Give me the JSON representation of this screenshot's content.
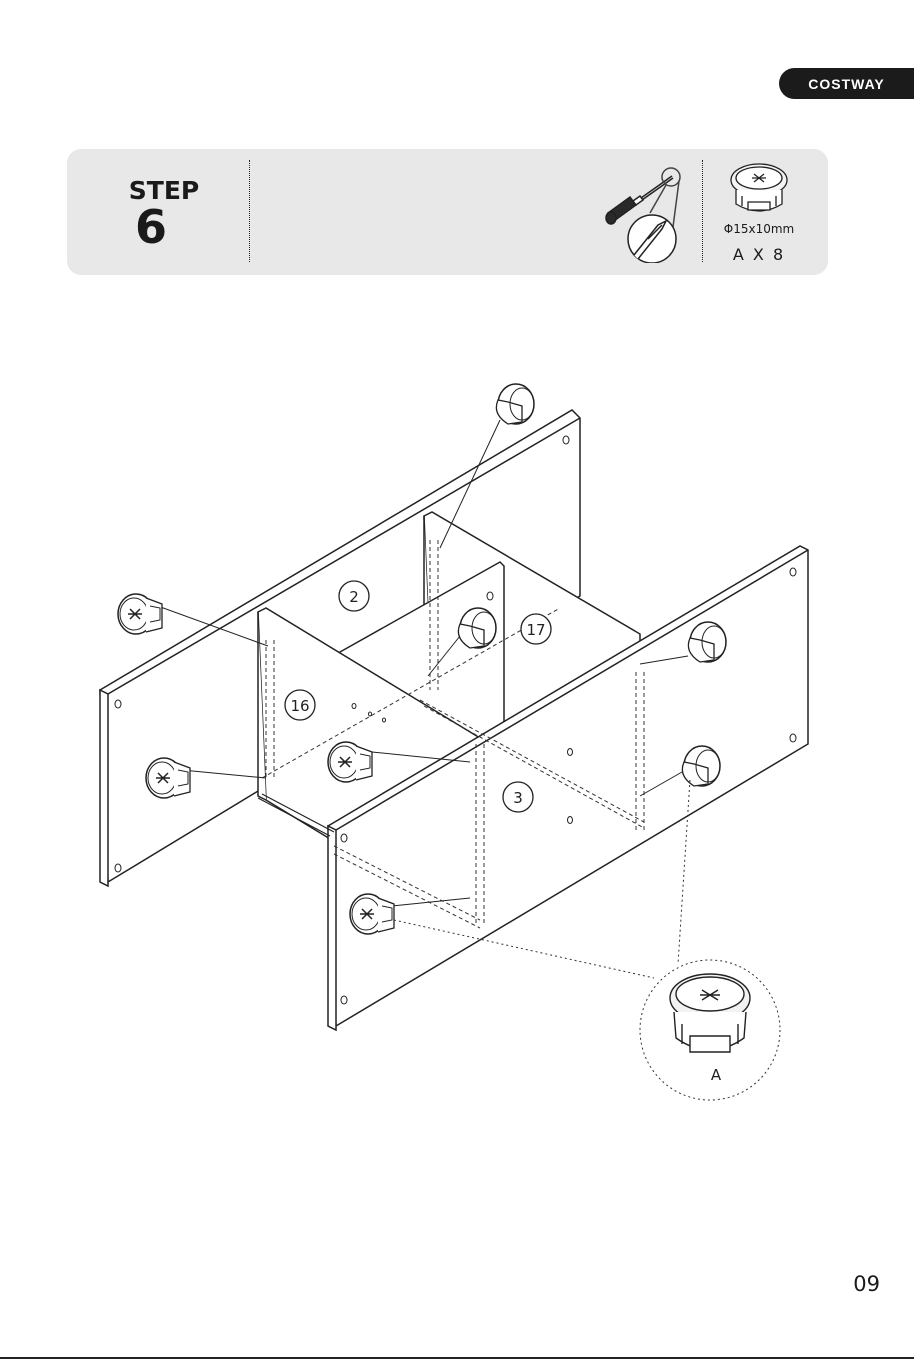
{
  "brand": {
    "name": "COSTWAY"
  },
  "step": {
    "word": "STEP",
    "number": "6"
  },
  "hardware": {
    "size": "Φ15x10mm",
    "quantity": "A X 8"
  },
  "diagram": {
    "panel_labels": [
      "2",
      "16",
      "17",
      "3"
    ],
    "callout_label": "A"
  },
  "page": {
    "number": "09"
  }
}
